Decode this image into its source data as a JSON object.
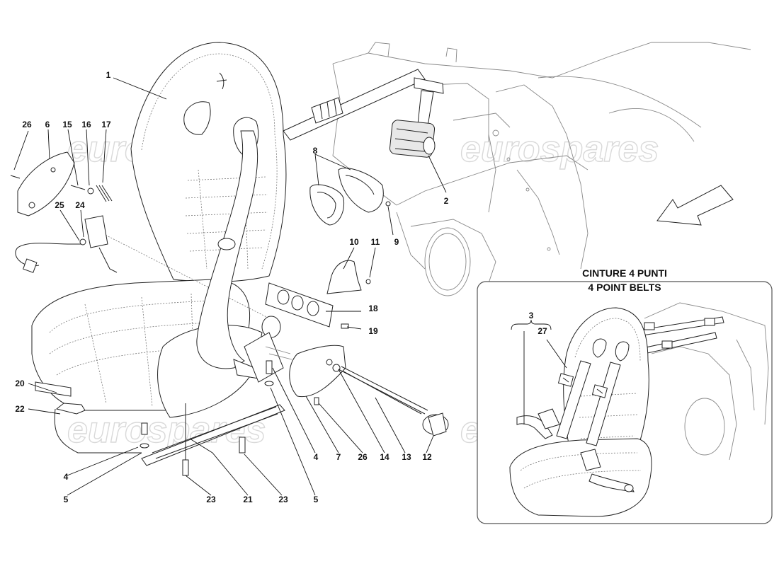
{
  "watermark": "eurospares",
  "inset": {
    "title_line1": "CINTURE 4 PUNTI",
    "title_line2": "4 POINT BELTS"
  },
  "callouts": {
    "c1": "1",
    "c2": "2",
    "c3": "3",
    "c4a": "4",
    "c4b": "4",
    "c5a": "5",
    "c5b": "5",
    "c6": "6",
    "c7": "7",
    "c8": "8",
    "c9": "9",
    "c10": "10",
    "c11": "11",
    "c12": "12",
    "c13": "13",
    "c14": "14",
    "c15": "15",
    "c16": "16",
    "c17": "17",
    "c18": "18",
    "c19": "19",
    "c20": "20",
    "c21": "21",
    "c22": "22",
    "c23a": "23",
    "c23b": "23",
    "c24": "24",
    "c25": "25",
    "c26a": "26",
    "c26b": "26",
    "c27": "27"
  }
}
